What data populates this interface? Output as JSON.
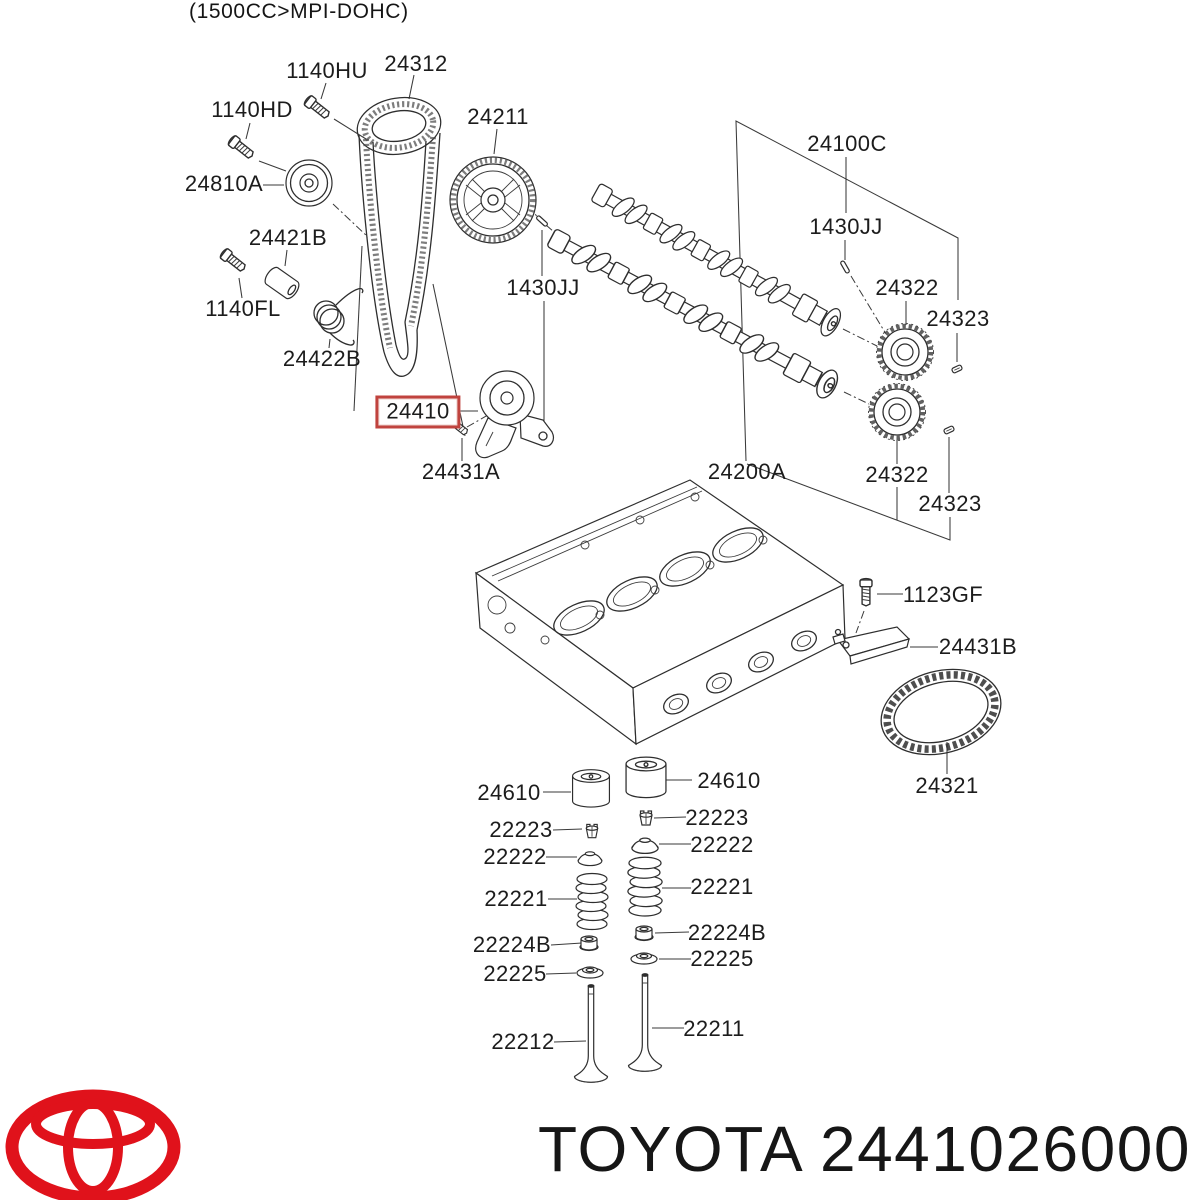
{
  "title": "(1500CC>MPI-DOHC)",
  "footer": {
    "text": "TOYOTA 2441026000"
  },
  "highlighted_part": "24410",
  "logo": {
    "name": "toyota-logo"
  },
  "colors": {
    "highlight_box": "#c0433e",
    "logo_red": "#e0121b",
    "line_art": "#2e2e2e",
    "background": "#ffffff"
  },
  "labels": [
    {
      "id": "1140HU",
      "text": "1140HU"
    },
    {
      "id": "24312",
      "text": "24312"
    },
    {
      "id": "1140HD",
      "text": "1140HD"
    },
    {
      "id": "24211",
      "text": "24211"
    },
    {
      "id": "24810A",
      "text": "24810A"
    },
    {
      "id": "24100C",
      "text": "24100C"
    },
    {
      "id": "1430JJ-right",
      "text": "1430JJ"
    },
    {
      "id": "24421B",
      "text": "24421B"
    },
    {
      "id": "24322-upper",
      "text": "24322"
    },
    {
      "id": "1140FL",
      "text": "1140FL"
    },
    {
      "id": "24323-upper",
      "text": "24323"
    },
    {
      "id": "1430JJ-left",
      "text": "1430JJ"
    },
    {
      "id": "24422B",
      "text": "24422B"
    },
    {
      "id": "24410",
      "text": "24410"
    },
    {
      "id": "24431A",
      "text": "24431A"
    },
    {
      "id": "24200A",
      "text": "24200A"
    },
    {
      "id": "24322-lower",
      "text": "24322"
    },
    {
      "id": "24323-lower",
      "text": "24323"
    },
    {
      "id": "1123GF",
      "text": "1123GF"
    },
    {
      "id": "24431B",
      "text": "24431B"
    },
    {
      "id": "24321",
      "text": "24321"
    },
    {
      "id": "24610-left",
      "text": "24610"
    },
    {
      "id": "24610-right",
      "text": "24610"
    },
    {
      "id": "22223-left",
      "text": "22223"
    },
    {
      "id": "22223-right",
      "text": "22223"
    },
    {
      "id": "22222-left",
      "text": "22222"
    },
    {
      "id": "22222-right",
      "text": "22222"
    },
    {
      "id": "22221-left",
      "text": "22221"
    },
    {
      "id": "22221-right",
      "text": "22221"
    },
    {
      "id": "22224B-left",
      "text": "22224B"
    },
    {
      "id": "22224B-right",
      "text": "22224B"
    },
    {
      "id": "22225-left",
      "text": "22225"
    },
    {
      "id": "22225-right",
      "text": "22225"
    },
    {
      "id": "22212",
      "text": "22212"
    },
    {
      "id": "22211",
      "text": "22211"
    }
  ]
}
